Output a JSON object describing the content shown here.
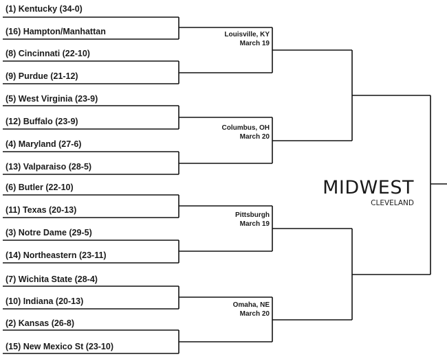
{
  "region": {
    "name": "MIDWEST",
    "city": "CLEVELAND"
  },
  "teams": [
    "(1) Kentucky (34-0)",
    "(16) Hampton/Manhattan",
    "(8) Cincinnati (22-10)",
    "(9) Purdue (21-12)",
    "(5) West Virginia (23-9)",
    "(12) Buffalo (23-9)",
    "(4) Maryland (27-6)",
    "(13) Valparaiso (28-5)",
    "(6) Butler (22-10)",
    "(11) Texas (20-13)",
    "(3) Notre Dame (29-5)",
    "(14) Northeastern (23-11)",
    "(7) Wichita State (28-4)",
    "(10) Indiana (20-13)",
    "(2) Kansas (26-8)",
    "(15) New Mexico St (23-10)"
  ],
  "sites": [
    {
      "city": "Louisville, KY",
      "date": "March 19"
    },
    {
      "city": "Columbus, OH",
      "date": "March 20"
    },
    {
      "city": "Pittsburgh",
      "date": "March 19"
    },
    {
      "city": "Omaha, NE",
      "date": "March 20"
    }
  ]
}
